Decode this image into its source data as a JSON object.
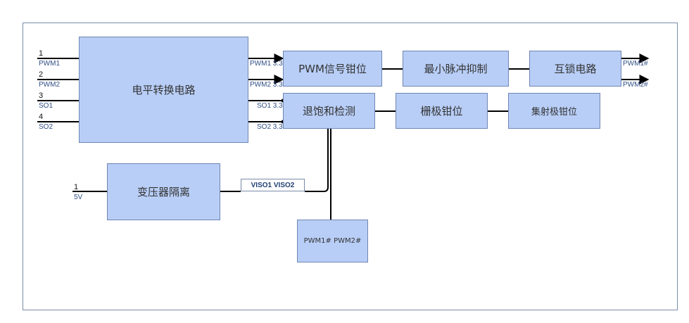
{
  "blocks": {
    "level_shift": "电平转换电路",
    "pwm_clamp": "PWM信号钳位",
    "min_pulse": "最小脉冲抑制",
    "interlock": "互锁电路",
    "desat": "退饱和检测",
    "gate_clamp": "栅极钳位",
    "collector_clamp": "集射极钳位",
    "transformer": "变压器隔离",
    "pwm_out_block": "PWM1# PWM2#"
  },
  "inputs": [
    {
      "pin": "1",
      "label": "PWM1"
    },
    {
      "pin": "2",
      "label": "PWM2"
    },
    {
      "pin": "3",
      "label": "SO1"
    },
    {
      "pin": "4",
      "label": "SO2"
    }
  ],
  "level_shift_outputs": [
    "PWM1 3.3",
    "PWM2 3.3",
    "SO1 3.3",
    "SO2 3.3"
  ],
  "outputs": [
    "PWM1#",
    "PWM2#"
  ],
  "power": {
    "pin": "1",
    "label": "5V"
  },
  "viso_label": "VISO1 VISO2"
}
